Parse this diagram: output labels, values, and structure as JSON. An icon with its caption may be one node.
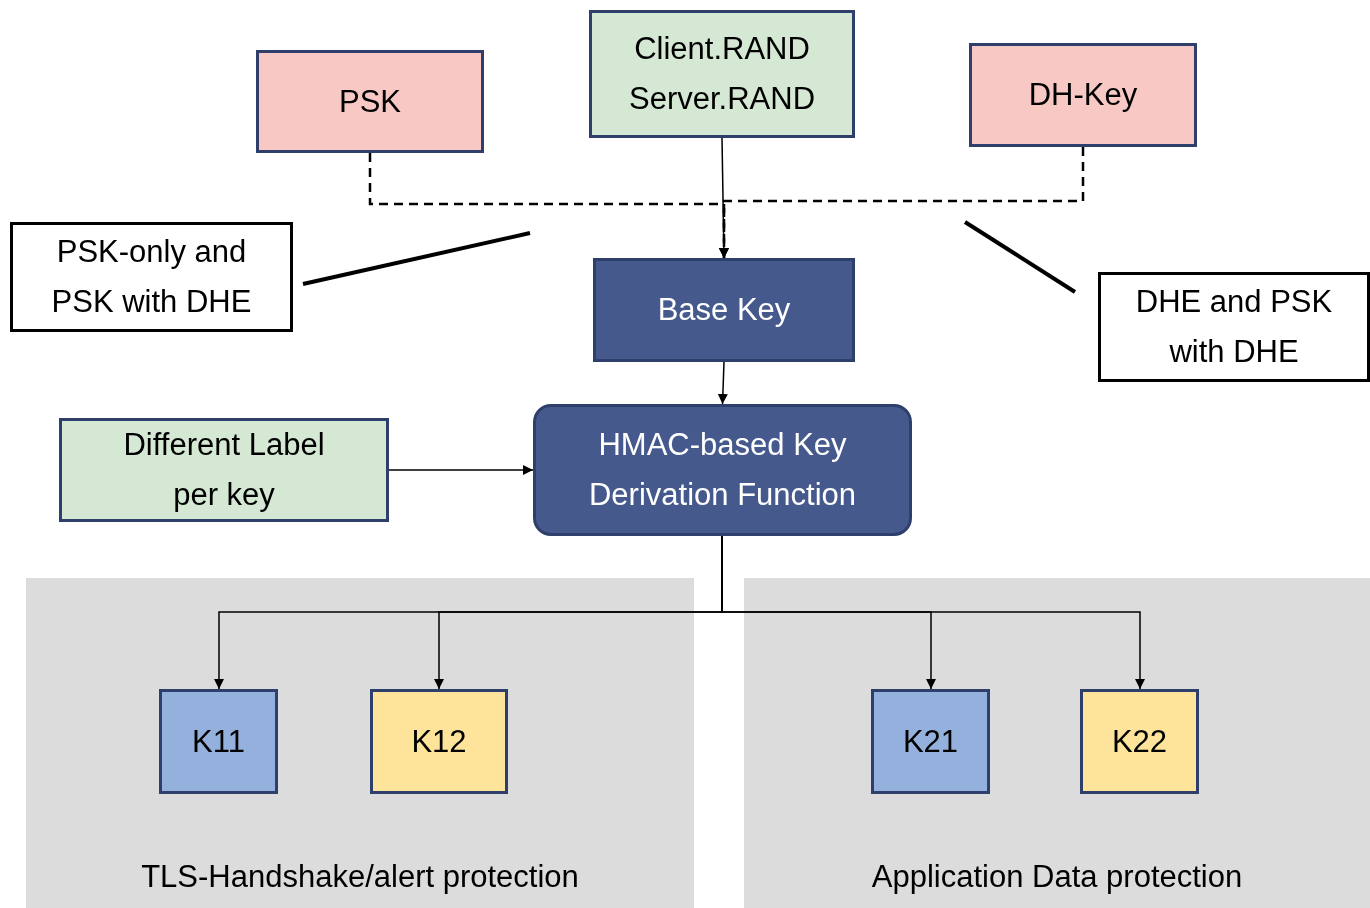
{
  "diagram": {
    "nodes": [
      {
        "text": [
          "PSK"
        ]
      },
      {
        "text": [
          "Client.RAND Server.RAND"
        ]
      },
      {
        "text": [
          "DH-Key"
        ]
      },
      {
        "text": [
          "PSK-only and PSK with DHE"
        ]
      },
      {
        "text": [
          "Base Key"
        ]
      },
      {
        "text": [
          "DHE and PSK with DHE"
        ]
      },
      {
        "text": [
          "Different Label per key"
        ]
      },
      {
        "text": [
          "HMAC-based Key Derivation Function"
        ]
      },
      {
        "text": [
          "TLS-Handshake/alert protection"
        ]
      },
      {
        "text": [
          "K11"
        ],
        "in": 8
      },
      {
        "text": [
          "K12"
        ],
        "in": 8
      },
      {
        "text": [
          "Application Data protection"
        ]
      },
      {
        "text": [
          "K21"
        ],
        "in": 11
      },
      {
        "text": [
          "K22"
        ],
        "in": 11
      }
    ],
    "edges": [
      {
        "from": 0,
        "to": 4,
        "arrow": "to",
        "style": "dashed"
      },
      {
        "from": 1,
        "to": 4,
        "arrow": "to"
      },
      {
        "from": 2,
        "to": 4,
        "arrow": "to",
        "style": "dashed"
      },
      {
        "from": 4,
        "to": 7,
        "arrow": "to"
      },
      {
        "from": 6,
        "to": 7,
        "arrow": "to"
      },
      {
        "from": 7,
        "to": 9,
        "arrow": "to"
      },
      {
        "from": 7,
        "to": 10,
        "arrow": "to"
      },
      {
        "from": 7,
        "to": 12,
        "arrow": "to"
      },
      {
        "from": 7,
        "to": 13,
        "arrow": "to"
      },
      {
        "from": 3,
        "to": null,
        "arrow": "none",
        "style": "thick"
      },
      {
        "from": 5,
        "to": null,
        "arrow": "none",
        "style": "thick"
      }
    ]
  }
}
